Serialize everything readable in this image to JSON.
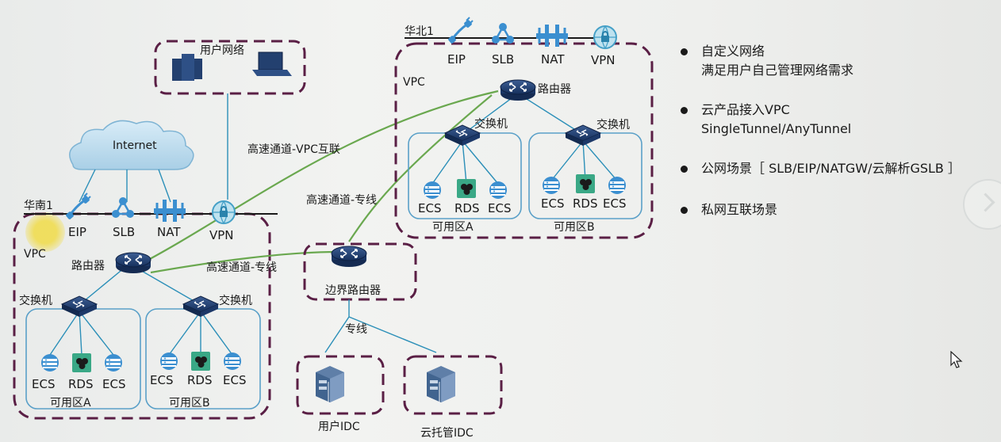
{
  "labels": {
    "user_network": "用户网络",
    "internet": "Internet",
    "south_region": "华南1",
    "north_region": "华北1",
    "eip": "EIP",
    "slb": "SLB",
    "nat": "NAT",
    "vpn": "VPN",
    "vpc": "VPC",
    "router": "路由器",
    "switch": "交换机",
    "ecs": "ECS",
    "rds": "RDS",
    "zone_a": "可用区A",
    "zone_b": "可用区B",
    "border_router": "边界路由器",
    "express_vpc": "高速通道-VPC互联",
    "express_line_1": "高速通道-专线",
    "express_line_2": "高速通道-专线",
    "leased_line": "专线",
    "user_idc": "用户IDC",
    "cloud_idc": "云托管IDC"
  },
  "bullets": [
    {
      "line1": "自定义网络",
      "line2": "满足用户自己管理网络需求"
    },
    {
      "line1": "云产品接入VPC",
      "line2": "SingleTunnel/AnyTunnel"
    },
    {
      "line1": "公网场景［ SLB/EIP/NATGW/云解析GSLB ］",
      "line2": ""
    },
    {
      "line1": "私网互联场景",
      "line2": ""
    }
  ],
  "colors": {
    "dashed_border": "#5a1f45",
    "link_blue": "#2b8fb8",
    "link_green": "#6aa84f",
    "device_navy": "#1f3a6b",
    "rds_green": "#3aa886"
  }
}
